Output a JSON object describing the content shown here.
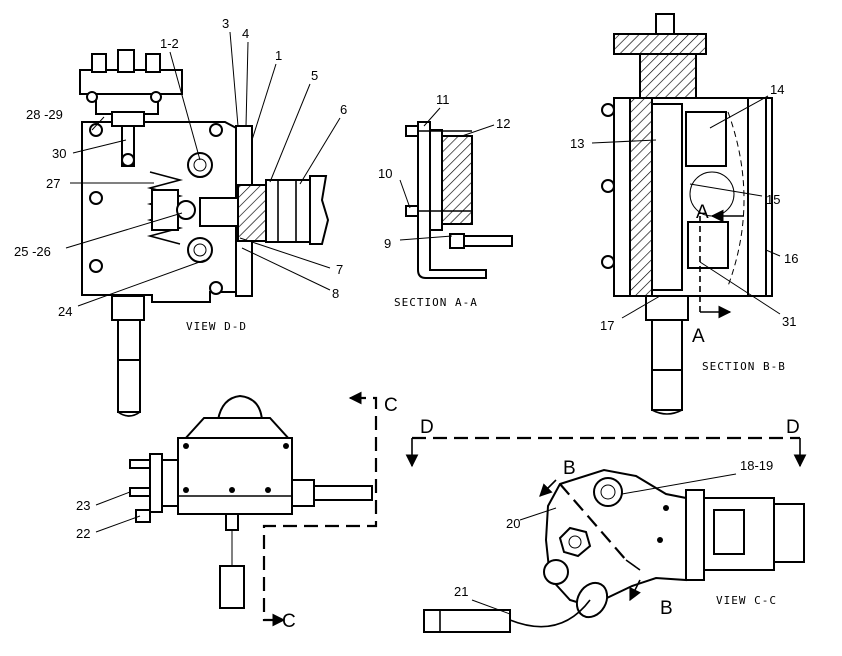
{
  "views": {
    "view_d": "VIEW D-D",
    "section_a": "SECTION A-A",
    "section_b": "SECTION B-B",
    "view_c": "VIEW C-C"
  },
  "section_letters": {
    "c_top": "C",
    "c_bottom": "C",
    "d_left": "D",
    "d_right": "D",
    "b_upper": "B",
    "b_lower": "B",
    "a_upper": "A",
    "a_lower": "A"
  },
  "callouts": {
    "c1_2": "1-2",
    "c3": "3",
    "c4": "4",
    "c1": "1",
    "c5": "5",
    "c6": "6",
    "c28_29": "28 -29",
    "c30": "30",
    "c27": "27",
    "c25_26": "25 -26",
    "c24": "24",
    "c7": "7",
    "c8": "8",
    "c11": "11",
    "c12": "12",
    "c10": "10",
    "c9": "9",
    "c14": "14",
    "c13": "13",
    "c15": "15",
    "c16": "16",
    "c17": "17",
    "c31": "31",
    "c23": "23",
    "c22": "22",
    "c18_19": "18-19",
    "c20": "20",
    "c21": "21"
  }
}
